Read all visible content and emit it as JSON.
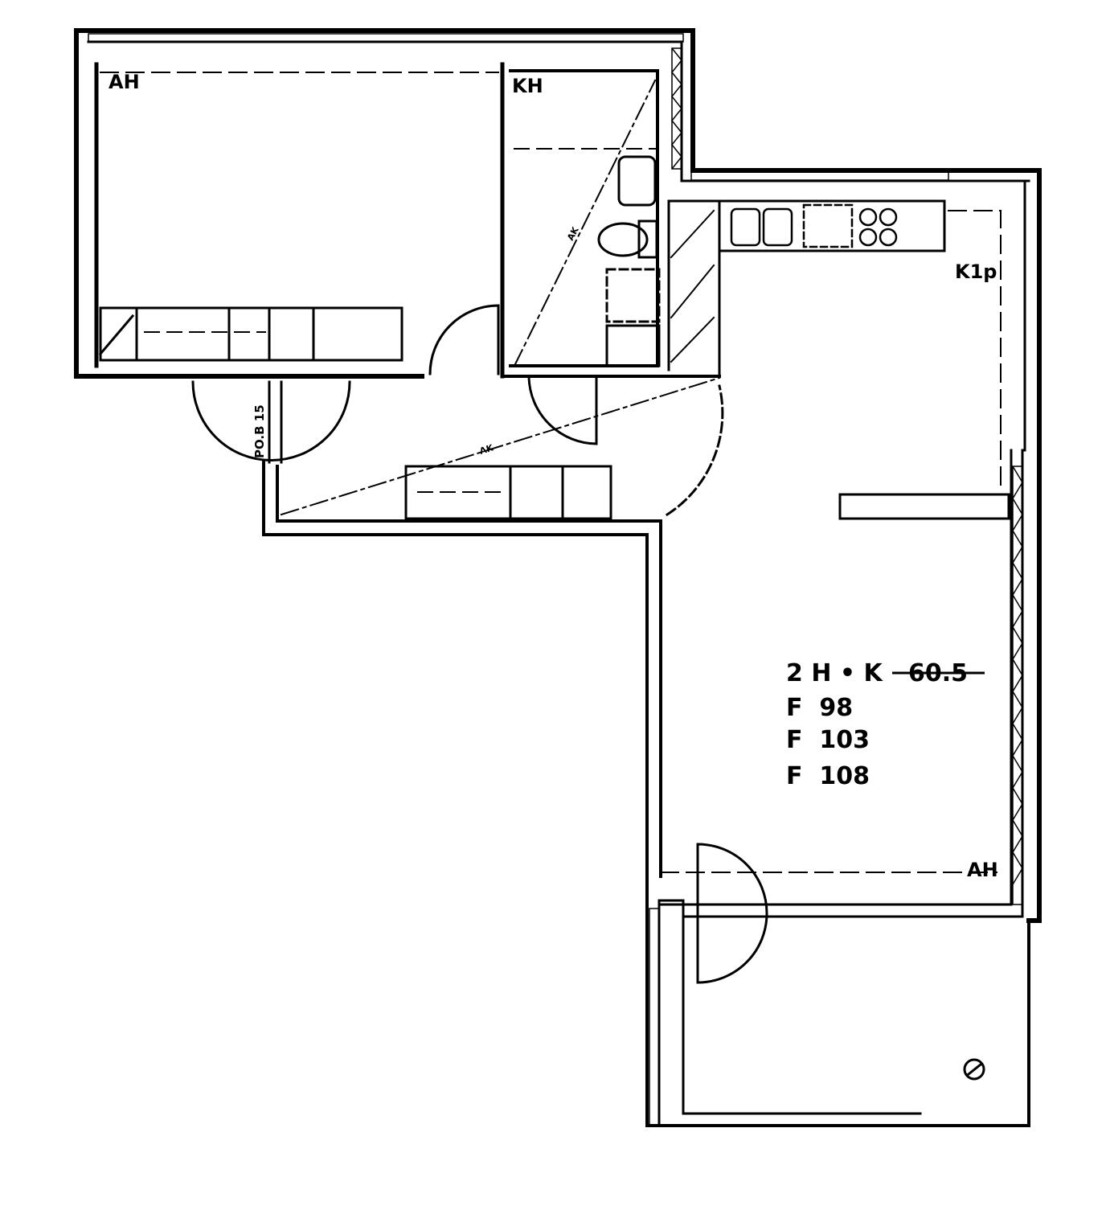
{
  "plan": {
    "rooms": {
      "bedroom": "AH",
      "bathroom": "KH",
      "kitchen_living": "K1p",
      "living_bottom": "AH"
    },
    "closet_marks": [
      "AK",
      "AK"
    ],
    "door_mark": "PO.B 15",
    "summary": {
      "type": "2 H • K",
      "area_struck": "60.5",
      "lines": [
        "F  98",
        "F  103",
        "F  108"
      ]
    }
  }
}
